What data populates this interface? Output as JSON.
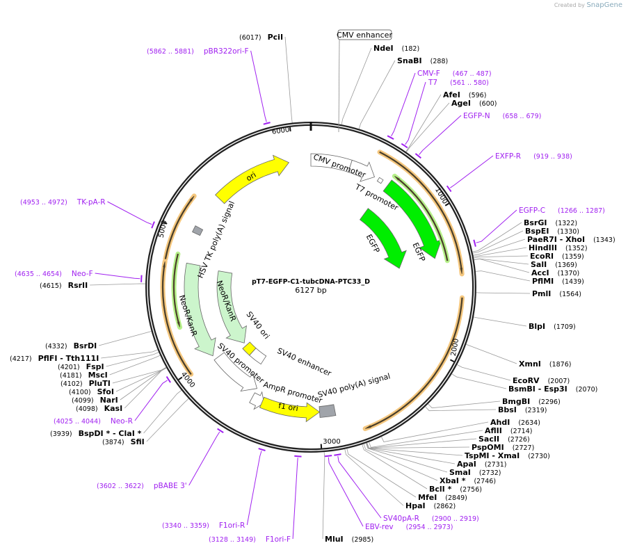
{
  "credit": {
    "prefix": "Created by",
    "brand": "SnapGene"
  },
  "plasmid": {
    "name": "pT7-EGFP-C1-tubcDNA-PTC33_D",
    "length": "6127 bp"
  },
  "ticks": [
    "1000",
    "2000",
    "3000",
    "4000",
    "5000",
    "6000"
  ],
  "features": [
    {
      "label": "CMV enhancer"
    },
    {
      "label": "CMV promoter"
    },
    {
      "label": "T7 promoter"
    },
    {
      "label": "EGFP"
    },
    {
      "label": "EGFP"
    },
    {
      "label": "ori"
    },
    {
      "label": "HSV TK poly(A) signal"
    },
    {
      "label": "NeoR/KanR"
    },
    {
      "label": "NeoR/KanR"
    },
    {
      "label": "SV40 ori"
    },
    {
      "label": "SV40 enhancer"
    },
    {
      "label": "SV40 promoter"
    },
    {
      "label": "AmpR promoter"
    },
    {
      "label": "f1 ori"
    },
    {
      "label": "SV40 poly(A) signal"
    }
  ],
  "enzymes": [
    {
      "name": "PciI",
      "pos": "(6017)"
    },
    {
      "name": "NdeI",
      "pos": "(182)"
    },
    {
      "name": "SnaBI",
      "pos": "(288)"
    },
    {
      "name": "AfeI",
      "pos": "(596)"
    },
    {
      "name": "AgeI",
      "pos": "(600)"
    },
    {
      "name": "BsrGI",
      "pos": "(1322)"
    },
    {
      "name": "BspEI",
      "pos": "(1330)"
    },
    {
      "name": "PaeR7I  - XhoI",
      "pos": "(1343)"
    },
    {
      "name": "HindIII",
      "pos": "(1352)"
    },
    {
      "name": "EcoRI",
      "pos": "(1359)"
    },
    {
      "name": "SalI",
      "pos": "(1369)"
    },
    {
      "name": "AccI",
      "pos": "(1370)"
    },
    {
      "name": "PflMI",
      "pos": "(1439)"
    },
    {
      "name": "PmlI",
      "pos": "(1564)"
    },
    {
      "name": "BlpI",
      "pos": "(1709)"
    },
    {
      "name": "XmnI",
      "pos": "(1876)"
    },
    {
      "name": "EcoRV",
      "pos": "(2007)"
    },
    {
      "name": "BsmBI  - Esp3I",
      "pos": "(2070)"
    },
    {
      "name": "BmgBI",
      "pos": "(2296)"
    },
    {
      "name": "BbsI",
      "pos": "(2319)"
    },
    {
      "name": "AhdI",
      "pos": "(2634)"
    },
    {
      "name": "AflII",
      "pos": "(2714)"
    },
    {
      "name": "SacII",
      "pos": "(2726)"
    },
    {
      "name": "PspOMI",
      "pos": "(2727)"
    },
    {
      "name": "TspMI  - XmaI",
      "pos": "(2730)"
    },
    {
      "name": "ApaI",
      "pos": "(2731)"
    },
    {
      "name": "SmaI",
      "pos": "(2732)"
    },
    {
      "name": "XbaI *",
      "pos": "(2746)"
    },
    {
      "name": "BclI *",
      "pos": "(2756)"
    },
    {
      "name": "MfeI",
      "pos": "(2849)"
    },
    {
      "name": "HpaI",
      "pos": "(2862)"
    },
    {
      "name": "MluI",
      "pos": "(2985)"
    },
    {
      "name": "SfiI",
      "pos": "(3874)"
    },
    {
      "name": "BspDI *  - ClaI *",
      "pos": "(3939)"
    },
    {
      "name": "KasI",
      "pos": "(4098)"
    },
    {
      "name": "NarI",
      "pos": "(4099)"
    },
    {
      "name": "SfoI",
      "pos": "(4100)"
    },
    {
      "name": "PluTI",
      "pos": "(4102)"
    },
    {
      "name": "MscI",
      "pos": "(4181)"
    },
    {
      "name": "FspI",
      "pos": "(4201)"
    },
    {
      "name": "PflFI  - Tth111I",
      "pos": "(4217)"
    },
    {
      "name": "BsrDI",
      "pos": "(4332)"
    },
    {
      "name": "RsrII",
      "pos": "(4615)"
    }
  ],
  "primers": [
    {
      "name": "pBR322ori-F",
      "range": "(5862 .. 5881)"
    },
    {
      "name": "CMV-F",
      "range": "(467 .. 487)"
    },
    {
      "name": "T7",
      "range": "(561 .. 580)"
    },
    {
      "name": "EGFP-N",
      "range": "(658 .. 679)"
    },
    {
      "name": "EXFP-R",
      "range": "(919 .. 938)"
    },
    {
      "name": "EGFP-C",
      "range": "(1266 .. 1287)"
    },
    {
      "name": "SV40pA-R",
      "range": "(2900 .. 2919)"
    },
    {
      "name": "EBV-rev",
      "range": "(2954 .. 2973)"
    },
    {
      "name": "F1ori-F",
      "range": "(3128 .. 3149)"
    },
    {
      "name": "F1ori-R",
      "range": "(3340 .. 3359)"
    },
    {
      "name": "pBABE 3'",
      "range": "(3602 .. 3622)"
    },
    {
      "name": "Neo-R",
      "range": "(4025 .. 4044)"
    },
    {
      "name": "Neo-F",
      "range": "(4635 .. 4654)"
    },
    {
      "name": "TK-pA-R",
      "range": "(4953 .. 4972)"
    }
  ],
  "colors": {
    "primer": "#a020f0",
    "egfp": "#00ee00",
    "ori": "#ffff00",
    "neo": "#ccf5cc",
    "orf": "#f5c77e",
    "polya": "#a0a4aa"
  }
}
